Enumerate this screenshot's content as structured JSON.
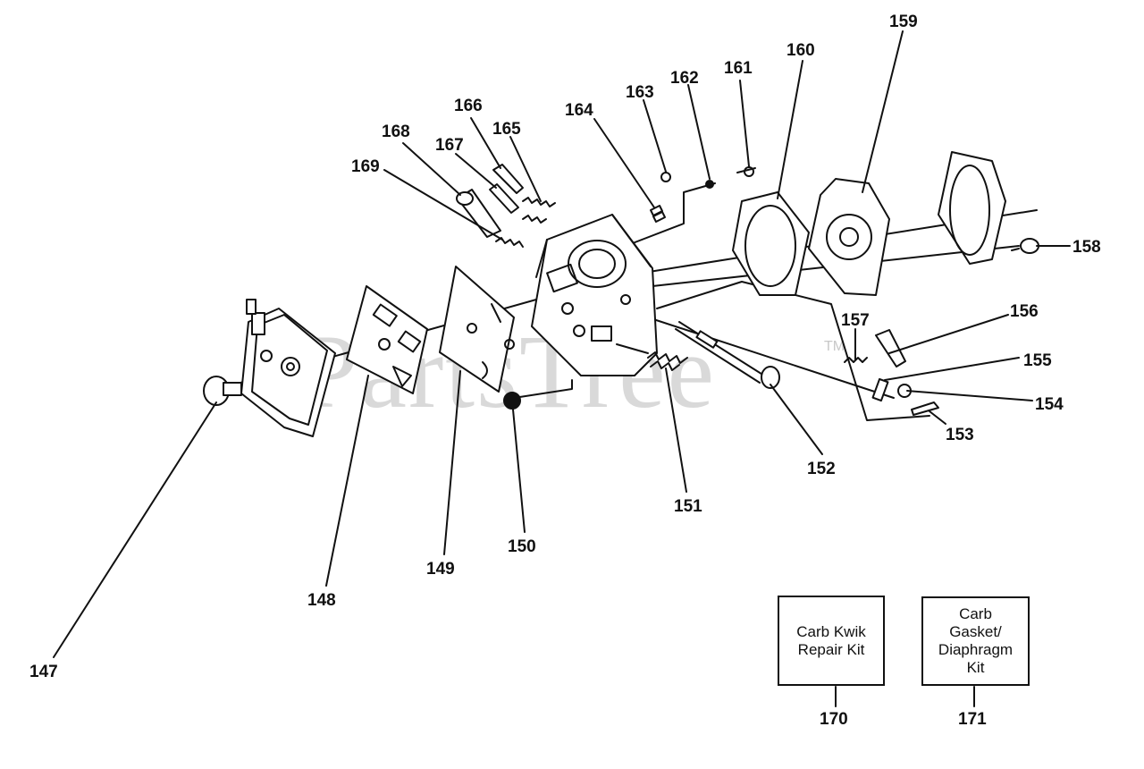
{
  "watermark": {
    "text": "PartsTree",
    "tm": "TM"
  },
  "parts": [
    {
      "id": "p147",
      "number": "147"
    },
    {
      "id": "p148",
      "number": "148"
    },
    {
      "id": "p149",
      "number": "149"
    },
    {
      "id": "p150",
      "number": "150"
    },
    {
      "id": "p151",
      "number": "151"
    },
    {
      "id": "p152",
      "number": "152"
    },
    {
      "id": "p153",
      "number": "153"
    },
    {
      "id": "p154",
      "number": "154"
    },
    {
      "id": "p155",
      "number": "155"
    },
    {
      "id": "p156",
      "number": "156"
    },
    {
      "id": "p157",
      "number": "157"
    },
    {
      "id": "p158",
      "number": "158"
    },
    {
      "id": "p159",
      "number": "159"
    },
    {
      "id": "p160",
      "number": "160"
    },
    {
      "id": "p161",
      "number": "161"
    },
    {
      "id": "p162",
      "number": "162"
    },
    {
      "id": "p163",
      "number": "163"
    },
    {
      "id": "p164",
      "number": "164"
    },
    {
      "id": "p165",
      "number": "165"
    },
    {
      "id": "p166",
      "number": "166"
    },
    {
      "id": "p167",
      "number": "167"
    },
    {
      "id": "p168",
      "number": "168"
    },
    {
      "id": "p169",
      "number": "169"
    }
  ],
  "kits": [
    {
      "id": "kit170",
      "label": "Carb Kwik\nRepair Kit",
      "number": "170"
    },
    {
      "id": "kit171",
      "label": "Carb\nGasket/\nDiaphragm\nKit",
      "number": "171"
    }
  ]
}
